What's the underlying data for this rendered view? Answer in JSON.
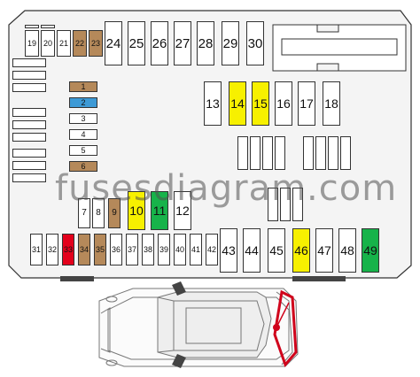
{
  "watermark": "fusesdiagram.com",
  "colors": {
    "brown": "#b5895a",
    "blue": "#3d9ad6",
    "red": "#e3001b",
    "yellow": "#f7f000",
    "green": "#17b34a",
    "white": "#ffffff",
    "outline": "#333333",
    "box_fill": "#f4f4f4"
  },
  "fuses": [
    {
      "label": "19",
      "color": "white"
    },
    {
      "label": "20",
      "color": "white"
    },
    {
      "label": "21",
      "color": "white"
    },
    {
      "label": "22",
      "color": "brown"
    },
    {
      "label": "23",
      "color": "brown"
    },
    {
      "label": "24",
      "color": "white"
    },
    {
      "label": "25",
      "color": "white"
    },
    {
      "label": "26",
      "color": "white"
    },
    {
      "label": "27",
      "color": "white"
    },
    {
      "label": "28",
      "color": "white"
    },
    {
      "label": "29",
      "color": "white"
    },
    {
      "label": "30",
      "color": "white"
    },
    {
      "label": "1",
      "color": "brown"
    },
    {
      "label": "2",
      "color": "blue"
    },
    {
      "label": "3",
      "color": "white"
    },
    {
      "label": "4",
      "color": "white"
    },
    {
      "label": "5",
      "color": "white"
    },
    {
      "label": "6",
      "color": "brown"
    },
    {
      "label": "13",
      "color": "white"
    },
    {
      "label": "14",
      "color": "yellow"
    },
    {
      "label": "15",
      "color": "yellow"
    },
    {
      "label": "16",
      "color": "white"
    },
    {
      "label": "17",
      "color": "white"
    },
    {
      "label": "18",
      "color": "white"
    },
    {
      "label": "7",
      "color": "white"
    },
    {
      "label": "8",
      "color": "white"
    },
    {
      "label": "9",
      "color": "brown"
    },
    {
      "label": "10",
      "color": "yellow"
    },
    {
      "label": "11",
      "color": "green"
    },
    {
      "label": "12",
      "color": "white"
    },
    {
      "label": "31",
      "color": "white"
    },
    {
      "label": "32",
      "color": "white"
    },
    {
      "label": "33",
      "color": "red"
    },
    {
      "label": "34",
      "color": "brown"
    },
    {
      "label": "35",
      "color": "brown"
    },
    {
      "label": "36",
      "color": "white"
    },
    {
      "label": "37",
      "color": "white"
    },
    {
      "label": "38",
      "color": "white"
    },
    {
      "label": "39",
      "color": "white"
    },
    {
      "label": "40",
      "color": "white"
    },
    {
      "label": "41",
      "color": "white"
    },
    {
      "label": "42",
      "color": "white"
    },
    {
      "label": "43",
      "color": "white"
    },
    {
      "label": "44",
      "color": "white"
    },
    {
      "label": "45",
      "color": "white"
    },
    {
      "label": "46",
      "color": "yellow"
    },
    {
      "label": "47",
      "color": "white"
    },
    {
      "label": "48",
      "color": "white"
    },
    {
      "label": "49",
      "color": "green"
    }
  ]
}
